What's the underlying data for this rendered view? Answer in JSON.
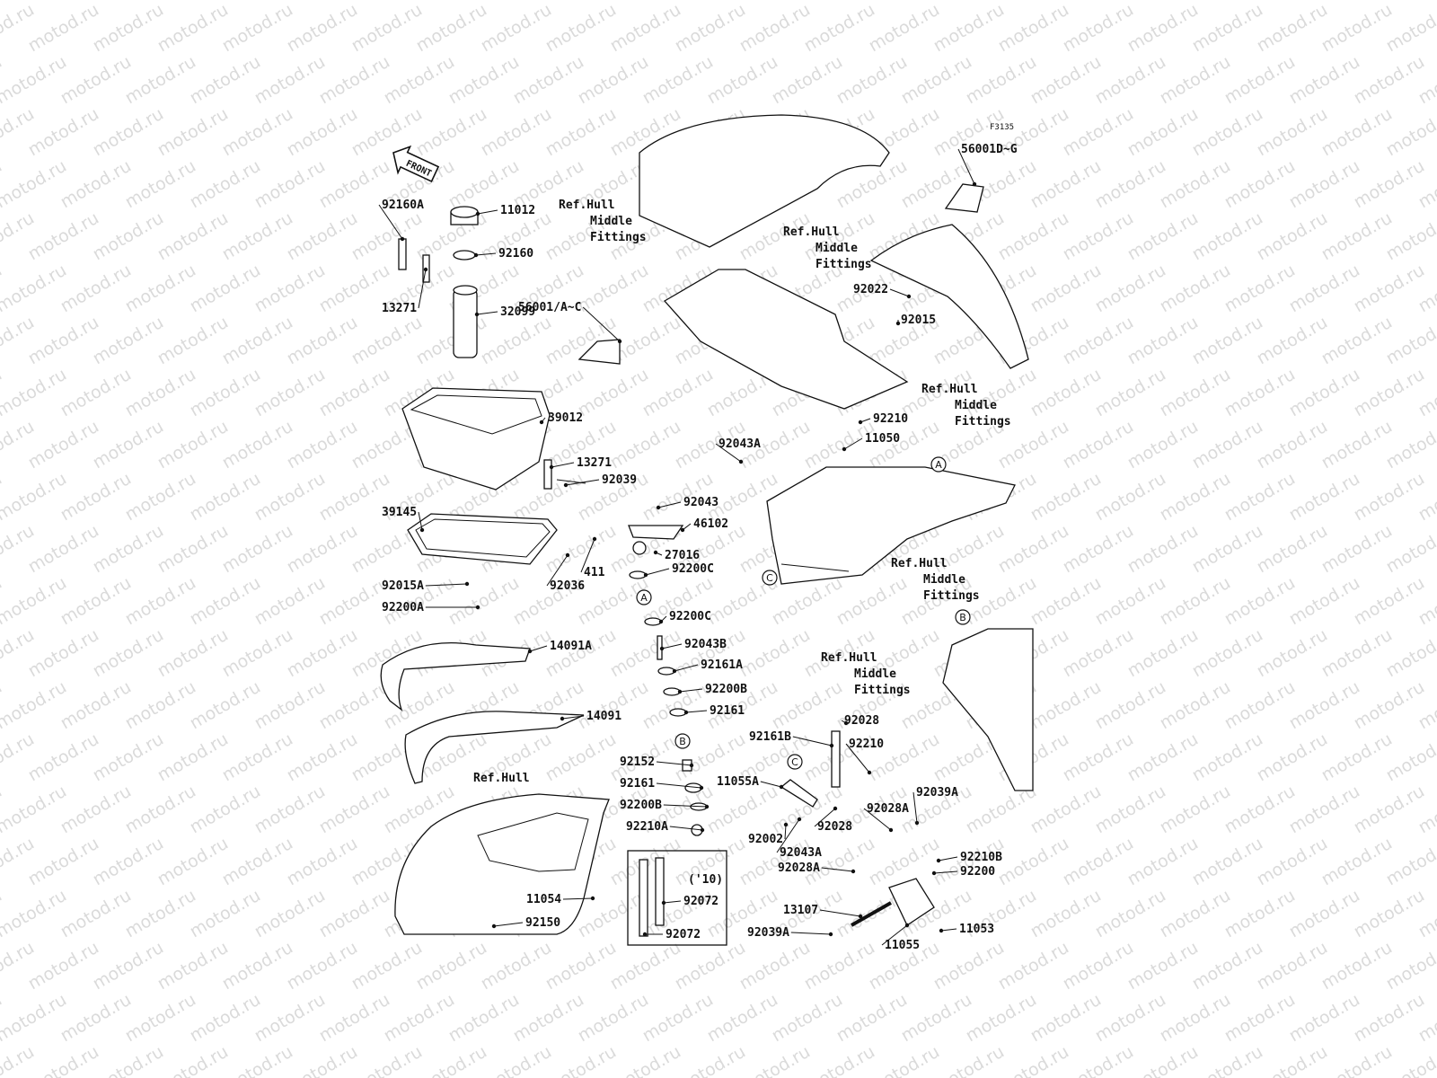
{
  "diagram": {
    "figure_code": "F3135",
    "watermark": "motod.ru",
    "front_arrow": "FRONT",
    "year_note": "('10)",
    "ref_label": "Ref.Hull Middle Fittings",
    "ref_hull": "Ref.Hull",
    "circle_markers": [
      "A",
      "B",
      "C"
    ],
    "part_numbers": [
      "92160A",
      "11012",
      "92160",
      "13271",
      "32099",
      "56001/A~C",
      "39012",
      "13271",
      "92039",
      "39145",
      "92043",
      "46102",
      "27016",
      "92036",
      "411",
      "92200C",
      "92015A",
      "92200A",
      "92200C",
      "92043B",
      "14091A",
      "92161A",
      "92200B",
      "14091",
      "92161",
      "92152",
      "92161",
      "11055A",
      "92200B",
      "92210A",
      "92002",
      "92043A",
      "92028",
      "11054",
      "92072",
      "92072",
      "92150",
      "56001D~G",
      "92022",
      "92015",
      "92043A",
      "92210",
      "11050",
      "92161B",
      "92028",
      "92210",
      "92028A",
      "92039A",
      "92028A",
      "92210B",
      "92200",
      "13107",
      "92039A",
      "11055",
      "11053"
    ]
  }
}
